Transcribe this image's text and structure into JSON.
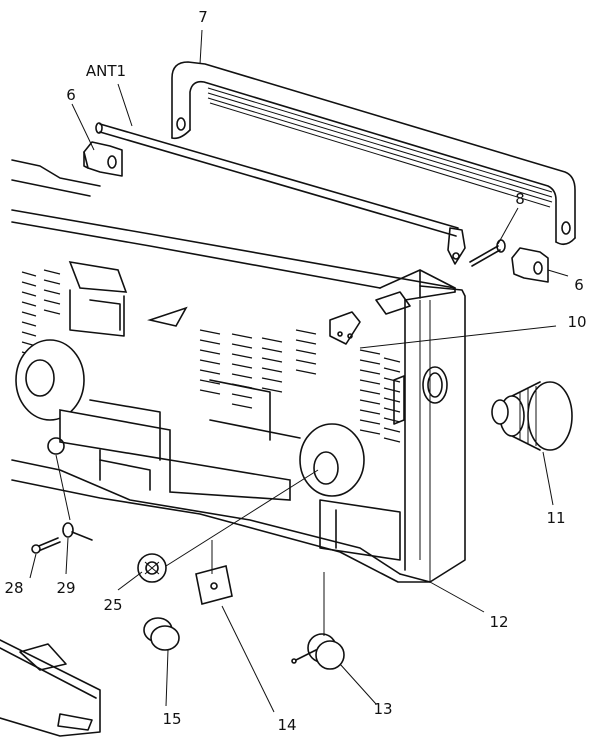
{
  "diagram": {
    "callouts": {
      "c7": "7",
      "ant": "ANT1",
      "c6_left": "6",
      "c8": "8",
      "c6_right": "6",
      "c10": "10",
      "c11": "11",
      "c12": "12",
      "c28": "28",
      "c29": "29",
      "c25": "25",
      "c15": "15",
      "c14": "14",
      "c13": "13"
    }
  }
}
